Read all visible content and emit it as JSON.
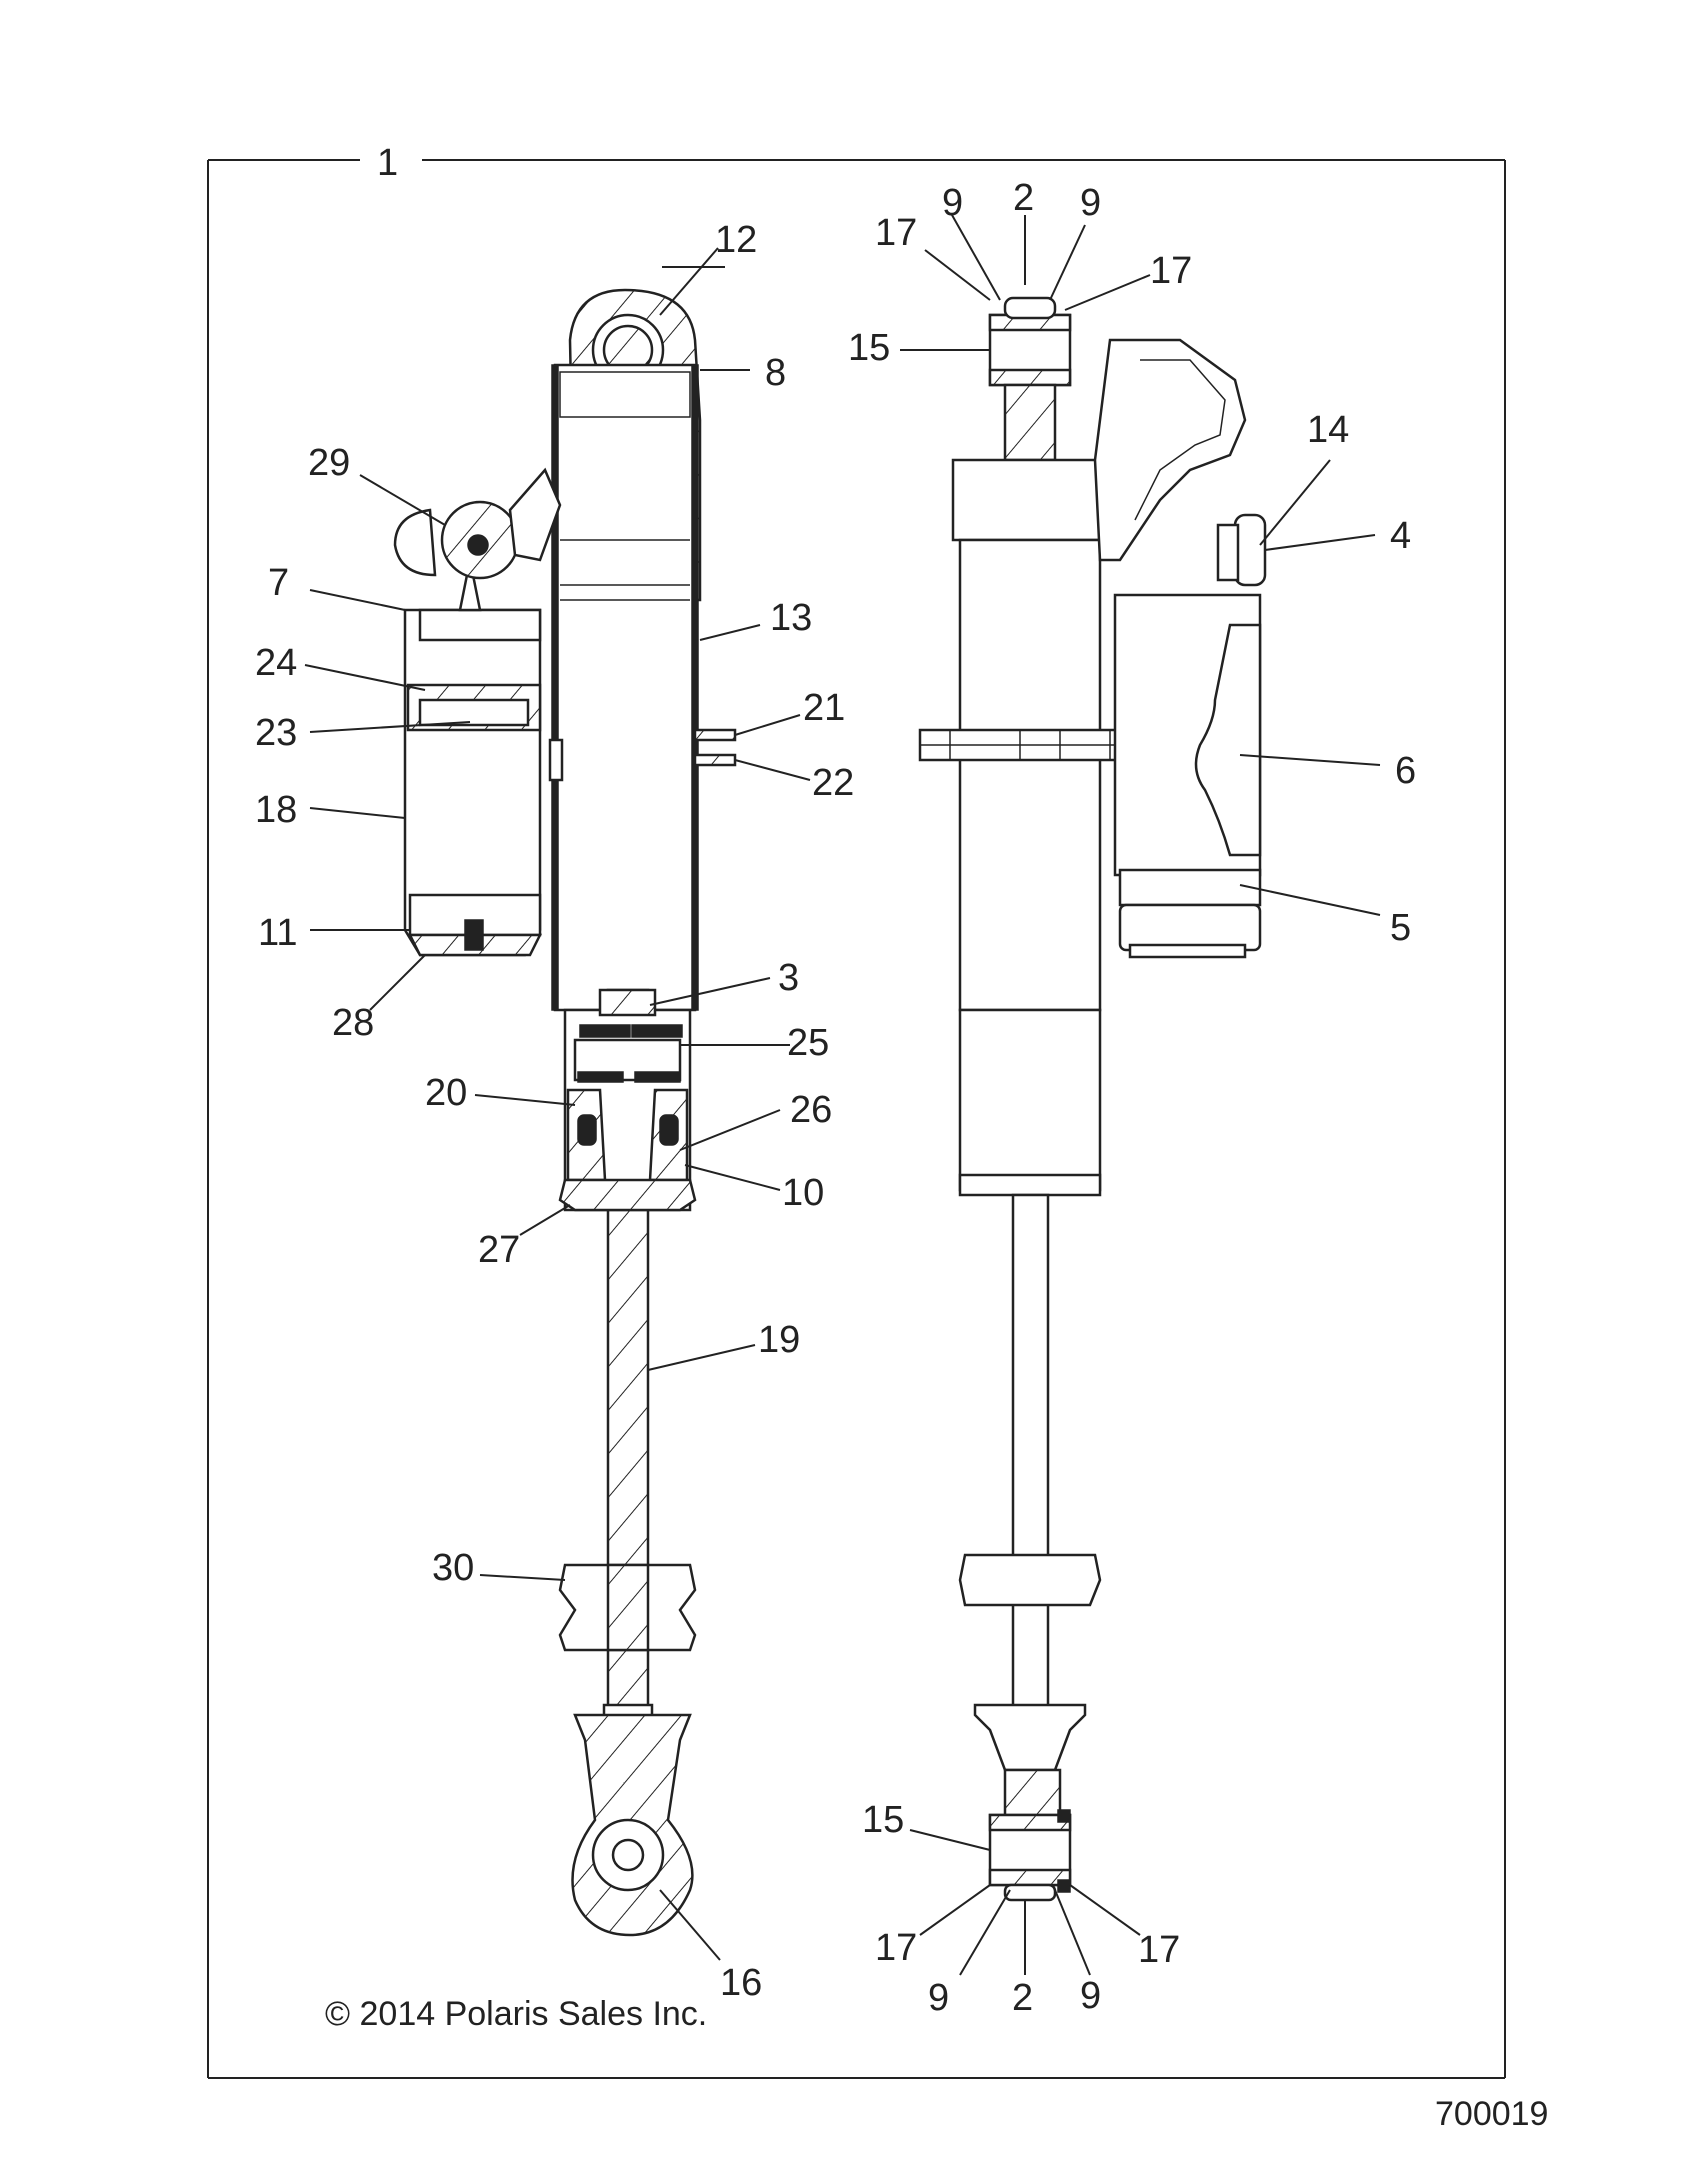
{
  "assembly_label": "1",
  "copyright": "© 2014 Polaris Sales Inc.",
  "figure_number": "700019",
  "callouts": {
    "c2_top": "2",
    "c9_top_left": "9",
    "c9_top_right": "9",
    "c17_top_left": "17",
    "c17_top_right": "17",
    "c15_top": "15",
    "c12": "12",
    "c8": "8",
    "c29": "29",
    "c7": "7",
    "c13": "13",
    "c24": "24",
    "c23": "23",
    "c21": "21",
    "c22": "22",
    "c18": "18",
    "c11": "11",
    "c28": "28",
    "c3": "3",
    "c25": "25",
    "c20": "20",
    "c26": "26",
    "c10": "10",
    "c27": "27",
    "c19": "19",
    "c30": "30",
    "c16": "16",
    "c14": "14",
    "c4": "4",
    "c6": "6",
    "c5": "5",
    "c15_bottom": "15",
    "c17_bottom_left": "17",
    "c17_bottom_right": "17",
    "c9_bottom_left": "9",
    "c2_bottom": "2",
    "c9_bottom_right": "9"
  }
}
